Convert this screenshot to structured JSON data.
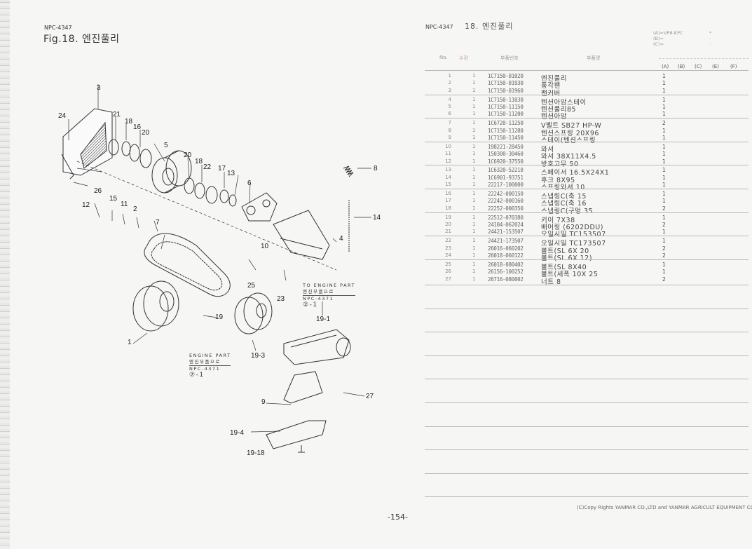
{
  "left_page": {
    "code": "NPC-4347",
    "title": "Fig.18.  엔진풀리"
  },
  "right_page": {
    "code": "NPC-4347",
    "title": "18.  엔진풀리",
    "legend": [
      "(A)=VP8-KPC",
      "(B)=",
      "(C)="
    ],
    "legend_marks": [
      "*",
      "·",
      "·"
    ],
    "headers": {
      "no": "No.",
      "qty": "수량",
      "part_no": "부품번호",
      "name": "부품명",
      "cols": [
        "(A)",
        "(B)",
        "(C)",
        "(E)",
        "(F)"
      ]
    },
    "rows": [
      {
        "no": "1",
        "qty": "1",
        "part_no": "1C7150-01020",
        "name": "엔진풀리",
        "a": "1"
      },
      {
        "no": "2",
        "qty": "1",
        "part_no": "1C7150-01930",
        "name": "풍각팬",
        "a": "1"
      },
      {
        "no": "3",
        "qty": "1",
        "part_no": "1C7150-01960",
        "name": "팬커버",
        "a": "1"
      },
      {
        "no": "4",
        "qty": "1",
        "part_no": "1C7150-11030",
        "name": "텐션아암스테이",
        "a": "1"
      },
      {
        "no": "5",
        "qty": "1",
        "part_no": "1C7150-11150",
        "name": "텐션풀리85",
        "a": "1"
      },
      {
        "no": "6",
        "qty": "1",
        "part_no": "1C7150-11200",
        "name": "텐션아암",
        "a": "1"
      },
      {
        "no": "7",
        "qty": "1",
        "part_no": "1C6720-11250",
        "name": "V벨트 SB27 HP-W",
        "a": "2"
      },
      {
        "no": "8",
        "qty": "1",
        "part_no": "1C7150-11280",
        "name": "텐션스프링 20X96",
        "a": "1"
      },
      {
        "no": "9",
        "qty": "1",
        "part_no": "1C7150-11450",
        "name": "스테이(텐션스프링",
        "a": "1"
      },
      {
        "no": "10",
        "qty": "1",
        "part_no": "198221-28450",
        "name": "와셔",
        "a": "1"
      },
      {
        "no": "11",
        "qty": "1",
        "part_no": "150300-30460",
        "name": "와셔 38X11X4.5",
        "a": "1"
      },
      {
        "no": "12",
        "qty": "1",
        "part_no": "1C6920-37550",
        "name": "방호고무 50",
        "a": "1"
      },
      {
        "no": "13",
        "qty": "1",
        "part_no": "1C6320-52210",
        "name": "스페이서 16.5X24X1",
        "a": "1"
      },
      {
        "no": "14",
        "qty": "1",
        "part_no": "1C6901-93751",
        "name": "후크 8X95",
        "a": "1"
      },
      {
        "no": "15",
        "qty": "1",
        "part_no": "22217-100000",
        "name": "스프링와셔 10",
        "a": "1"
      },
      {
        "no": "16",
        "qty": "1",
        "part_no": "22242-000150",
        "name": "스냅링C(축  15",
        "a": "1"
      },
      {
        "no": "17",
        "qty": "1",
        "part_no": "22242-000160",
        "name": "스냅링C(축  16",
        "a": "1"
      },
      {
        "no": "18",
        "qty": "1",
        "part_no": "22252-000350",
        "name": "스냅링C(구멍 35",
        "a": "2"
      },
      {
        "no": "19",
        "qty": "1",
        "part_no": "22512-070380",
        "name": "키이  7X38",
        "a": "1"
      },
      {
        "no": "20",
        "qty": "1",
        "part_no": "24104-062024",
        "name": "베어링 (6202DDU)",
        "a": "2"
      },
      {
        "no": "21",
        "qty": "1",
        "part_no": "24421-153507",
        "name": "오일시일 TC153507",
        "a": "1"
      },
      {
        "no": "22",
        "qty": "1",
        "part_no": "24421-173507",
        "name": "오일시일 TC173507",
        "a": "1"
      },
      {
        "no": "23",
        "qty": "1",
        "part_no": "26016-060202",
        "name": "볼트(SL  6X 20",
        "a": "2"
      },
      {
        "no": "24",
        "qty": "1",
        "part_no": "26018-060122",
        "name": "볼트(SL  6X 12)",
        "a": "2"
      },
      {
        "no": "25",
        "qty": "1",
        "part_no": "26018-080402",
        "name": "볼트(SL  8X40",
        "a": "1"
      },
      {
        "no": "26",
        "qty": "1",
        "part_no": "26156-100252",
        "name": "볼트(세폭 10X 25",
        "a": "1"
      },
      {
        "no": "27",
        "qty": "1",
        "part_no": "26716-080002",
        "name": "너트 8",
        "a": "2"
      }
    ]
  },
  "diagram": {
    "callouts": [
      "3",
      "24",
      "21",
      "18",
      "16",
      "20",
      "5",
      "20",
      "18",
      "22",
      "17",
      "13",
      "8",
      "6",
      "14",
      "26",
      "12",
      "15",
      "11",
      "2",
      "7",
      "10",
      "4",
      "25",
      "23",
      "19",
      "1",
      "19-1",
      "19-3",
      "9",
      "27",
      "19-4",
      "19-18"
    ],
    "note_engine_1": {
      "line1": "TO ENGINE PART",
      "line2": "엔진부품으로",
      "line3": "NPC-4371",
      "line4": "②-1"
    },
    "note_engine_2": {
      "line1": "ENGINE PART",
      "line2": "엔진부품으로",
      "line3": "NPC-4371",
      "line4": "⑦-1"
    }
  },
  "footer": {
    "page": "-154-",
    "copyright": "(C)Copy Rights YANMAR CO.,LTD and YANMAR AGRICULT EQUIPMENT CO.,LTD."
  }
}
